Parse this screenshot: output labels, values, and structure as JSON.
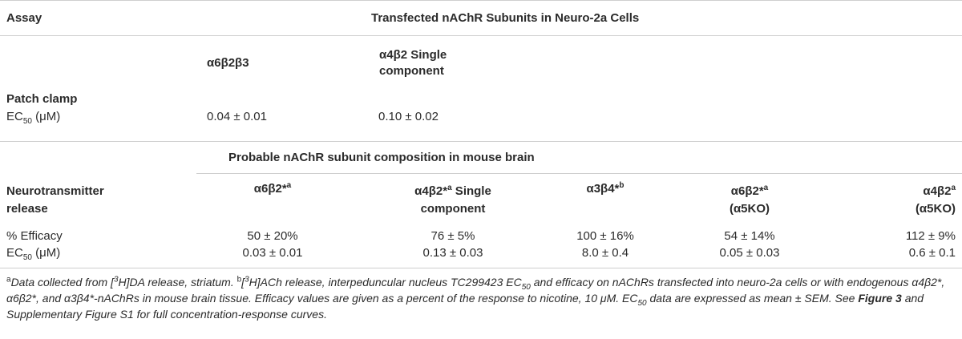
{
  "header": {
    "assay_label": "Assay",
    "transfected_title": "Transfected nAChR Subunits in Neuro-2a Cells"
  },
  "transfected": {
    "col1": "α6β2β3",
    "col2_line1": "α4β2 Single",
    "col2_line2": "component",
    "section_label": "Patch clamp",
    "ec50_label": "EC",
    "ec50_sub": "50",
    "ec50_unit": " (μM)",
    "val1": "0.04 ± 0.01",
    "val2": "0.10 ± 0.02"
  },
  "brain": {
    "title": "Probable nAChR subunit composition in mouse brain",
    "section_line1": "Neurotransmitter",
    "section_line2": "release",
    "col1": "α6β2*",
    "col1_sup": "a",
    "col2_line1": "α4β2*",
    "col2_sup": "a",
    "col2_line1_rest": " Single",
    "col2_line2": "component",
    "col3": "α3β4*",
    "col3_sup": "b",
    "col4_line1": "α6β2*",
    "col4_sup": "a",
    "col4_line2": "(α5KO)",
    "col5_line1": "α4β2",
    "col5_sup": "a",
    "col5_line2": "(α5KO)",
    "efficacy_label": "% Efficacy",
    "efficacy": [
      "50 ± 20%",
      "76 ± 5%",
      "100 ± 16%",
      "54 ± 14%",
      "112 ± 9%"
    ],
    "ec50_label": "EC",
    "ec50_sub": "50",
    "ec50_unit": " (μM)",
    "ec50": [
      "0.03 ± 0.01",
      "0.13 ± 0.03",
      "8.0 ± 0.4",
      "0.05 ± 0.03",
      "0.6 ± 0.1"
    ]
  },
  "footnote": {
    "a_mark": "a",
    "a_text_1": "Data collected from [",
    "a_sup3": "3",
    "a_text_2": "H]DA release, striatum. ",
    "b_mark": "b",
    "b_text_1": "[",
    "b_sup3": "3",
    "b_text_2": "H]ACh release, interpeduncular nucleus TC299423 EC",
    "b_sub": "50",
    "b_text_3": " and efficacy on nAChRs transfected into neuro-2a cells or with endogenous α4β2*, α6β2*, and α3β4*-nAChRs in mouse brain tissue. Efficacy values are given as a percent of the response to nicotine, 10 μM. EC",
    "b_sub2": "50",
    "b_text_4": " data are expressed as mean ± SEM. See ",
    "figure_ref": "Figure 3",
    "b_text_5": " and Supplementary Figure S1 for full concentration-response curves."
  }
}
